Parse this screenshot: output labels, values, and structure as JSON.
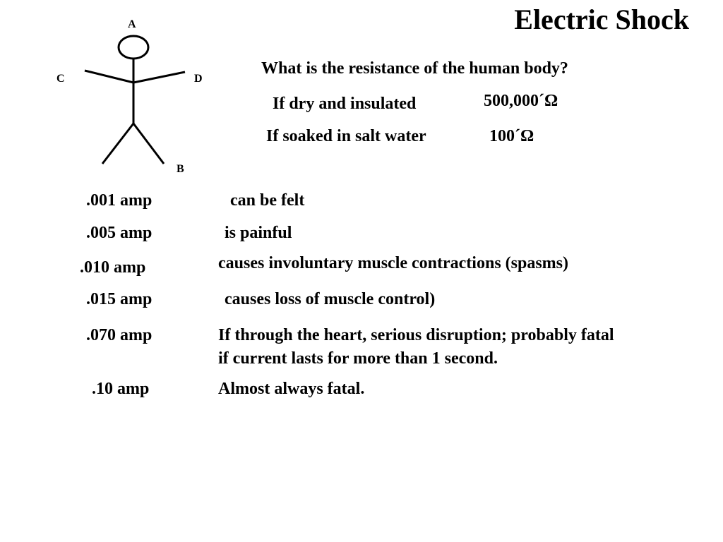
{
  "slide": {
    "title": "Electric Shock",
    "figure_labels": {
      "a": "A",
      "b": "B",
      "c": "C",
      "d": "D"
    },
    "resistance": {
      "question": "What is the resistance of the human body?",
      "dry_label": "If dry and insulated",
      "dry_value": "500,000´Ω",
      "wet_label": "If soaked in salt water",
      "wet_value": "100´Ω"
    },
    "currents": [
      {
        "amp": ".001 amp",
        "effect": "can be felt"
      },
      {
        "amp": ".005 amp",
        "effect": "is painful"
      },
      {
        "amp": ".010 amp",
        "effect": "causes involuntary muscle contractions (spasms)"
      },
      {
        "amp": ".015 amp",
        "effect": "causes loss of muscle control)"
      },
      {
        "amp": ".070 amp",
        "effect_line1": "If through the heart, serious disruption;  probably fatal",
        "effect_line2": "if current lasts for more than 1 second."
      },
      {
        "amp": ".10 amp",
        "effect": "Almost always fatal."
      }
    ]
  }
}
